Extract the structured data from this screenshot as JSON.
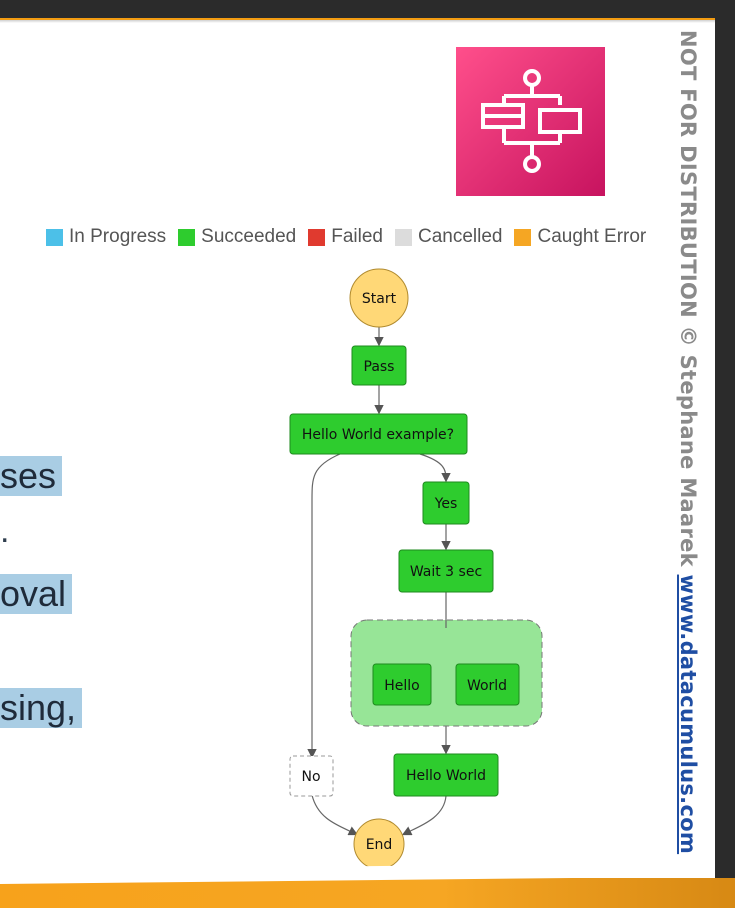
{
  "colors": {
    "in_progress": "#4cc0e8",
    "succeeded": "#2ecc2e",
    "failed": "#e03a2f",
    "cancelled": "#dcdcdc",
    "caught_error": "#f5a623",
    "start_end": "#ffd877",
    "parallel_bg": "#97e597"
  },
  "logo": {
    "icon": "step-functions-icon"
  },
  "legend": {
    "in_progress": "In Progress",
    "succeeded": "Succeeded",
    "failed": "Failed",
    "cancelled": "Cancelled",
    "caught_error": "Caught Error"
  },
  "bullets": {
    "line1": "ses",
    "line2": ".",
    "line3": "oval",
    "line4": "sing,"
  },
  "workflow": {
    "start": "Start",
    "pass": "Pass",
    "choice": "Hello World example?",
    "yes": "Yes",
    "wait": "Wait 3 sec",
    "hello": "Hello",
    "world": "World",
    "hello_world": "Hello World",
    "no": "No",
    "end": "End"
  },
  "watermark": {
    "text": "NOT FOR DISTRIBUTION © Stephane Maarek ",
    "link": "www.datacumulus.com"
  }
}
